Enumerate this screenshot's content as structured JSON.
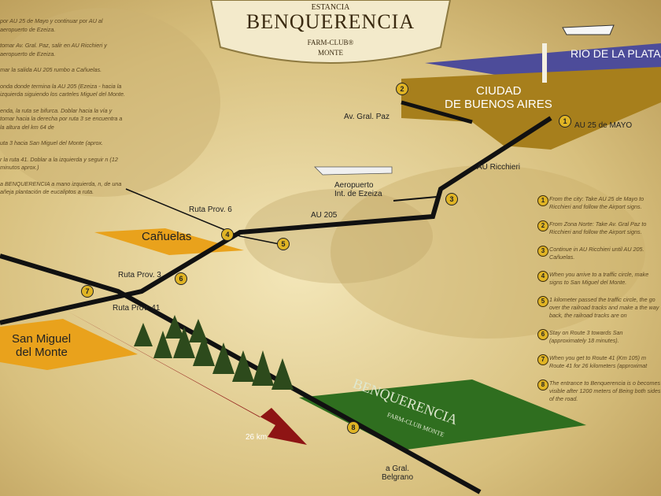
{
  "logo": {
    "top": "ESTANCIA",
    "name": "BENQUERENCIA",
    "sub1": "FARM-CLUB®",
    "sub2": "MONTE"
  },
  "places": {
    "rio": "RIO DE LA PLATA",
    "ciudad1": "CIUDAD",
    "ciudad2": "DE BUENOS AIRES",
    "canuelas": "Cañuelas",
    "sanmiguel1": "San Miguel",
    "sanmiguel2": "del Monte",
    "aero1": "Aeropuerto",
    "aero2": "Int. de Ezeiza",
    "belgrano1": "a Gral.",
    "belgrano2": "Belgrano",
    "farm_name": "BENQUERENCIA",
    "farm_sub": "FARM-CLUB MONTE"
  },
  "roads": {
    "gralpaz": "Av. Gral. Paz",
    "au25": "AU 25 de MAYO",
    "ricchieri": "AU Ricchieri",
    "au205": "AU 205",
    "ruta6": "Ruta Prov. 6",
    "ruta3": "Ruta Prov. 3",
    "ruta41": "Ruta Prov. 41",
    "km": "26 km"
  },
  "markers": [
    "1",
    "2",
    "3",
    "4",
    "5",
    "6",
    "7",
    "8"
  ],
  "left_text": [
    "por AU 25 de Mayo y continuar por AU al aeropuerto de Ezeiza.",
    "tomar Av. Gral. Paz, salir en AU Ricchieri y aeropuerto de Ezeiza.",
    "mar la salida AU 205 rumbo a Cañuelas.",
    "onda donde termina la AU 205 (Ezeiza - hacia la izquierda siguiendo los carteles Miguel del Monte.",
    "enda, la ruta se bifurca. Doblar hacia la vía y tomar hacia la derecha por ruta 3 se encuentra a la altura del km 64 de",
    "uta 3 hacia San Miguel del Monte (aprox.",
    "r la ruta 41. Doblar a la izquierda y seguir n (12 minutos aprox.)",
    "a BENQUERENCIA a mano izquierda, n, de una añeja plantación de eucaliptos a ruta."
  ],
  "right_text": [
    {
      "n": "1",
      "text": "From the city: Take AU 25 de Mayo to Ricchieri and follow the Airport signs."
    },
    {
      "n": "2",
      "text": "From Zona Norte: Take Av. Gral Paz to Ricchieri and follow the Airport signs."
    },
    {
      "n": "3",
      "text": "Continue in AU Ricchieri until AU 205. Cañuelas."
    },
    {
      "n": "4",
      "text": "When you arrive to a traffic circle, make signs to San Miguel del Monte."
    },
    {
      "n": "5",
      "text": "1 kilometer passed the traffic circle, the go over the railroad tracks and make a the way back, the railroad tracks are on"
    },
    {
      "n": "6",
      "text": "Stay on Route 3 towards San (approximately 18 minutes)."
    },
    {
      "n": "7",
      "text": "When you get to Route 41 (Km 105) m Route 41 for 26 kilometers (approximat"
    },
    {
      "n": "8",
      "text": "The entrance to Benquerencia is o becomes visible after 1200 meters of Being both sides of the road."
    }
  ]
}
